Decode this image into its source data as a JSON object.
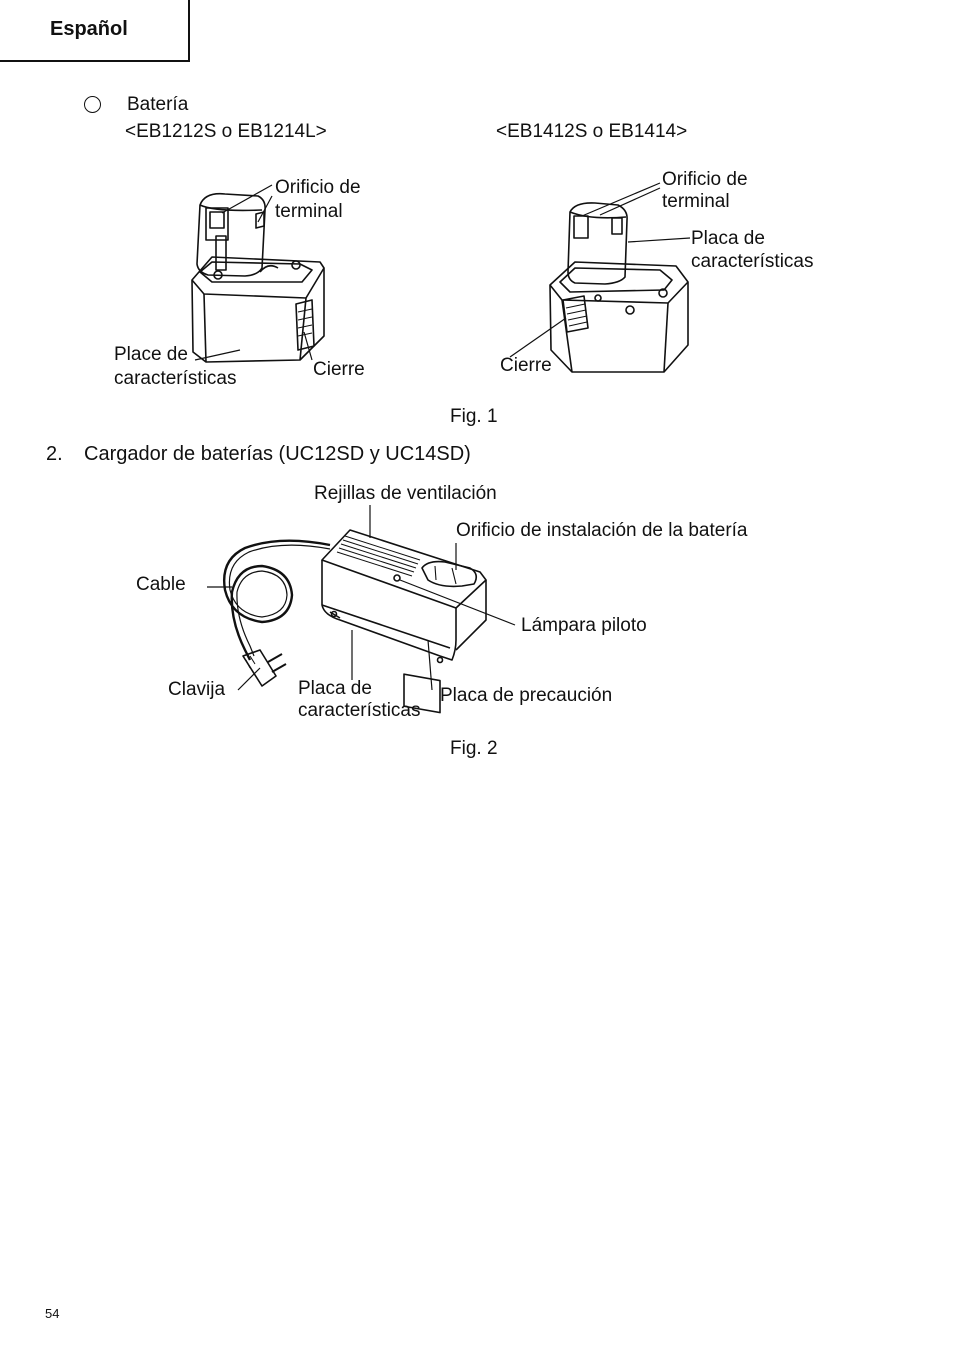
{
  "header": {
    "language": "Español"
  },
  "battery_section": {
    "bullet_title": "Batería",
    "model_left": "<EB1212S o EB1214L>",
    "model_right": "<EB1412S o EB1414>",
    "left_labels": {
      "terminal_1": "Orificio de",
      "terminal_2": "terminal",
      "plate_1": "Place de",
      "plate_2": "características",
      "latch": "Cierre"
    },
    "right_labels": {
      "terminal_1": "Orificio de",
      "terminal_2": "terminal",
      "plate_1": "Placa de",
      "plate_2": "características",
      "latch": "Cierre"
    },
    "caption": "Fig. 1"
  },
  "charger_section": {
    "number": "2.",
    "title": "Cargador de baterías (UC12SD y UC14SD)",
    "labels": {
      "vents": "Rejillas de ventilación",
      "battery_hole": "Orificio de instalación de la batería",
      "cord": "Cable",
      "pilot_lamp": "Lámpara piloto",
      "plug": "Clavija",
      "plate_1": "Placa de",
      "plate_2": "características",
      "caution": "Placa de precaución"
    },
    "caption": "Fig. 2"
  },
  "footer": {
    "page_number": "54"
  }
}
